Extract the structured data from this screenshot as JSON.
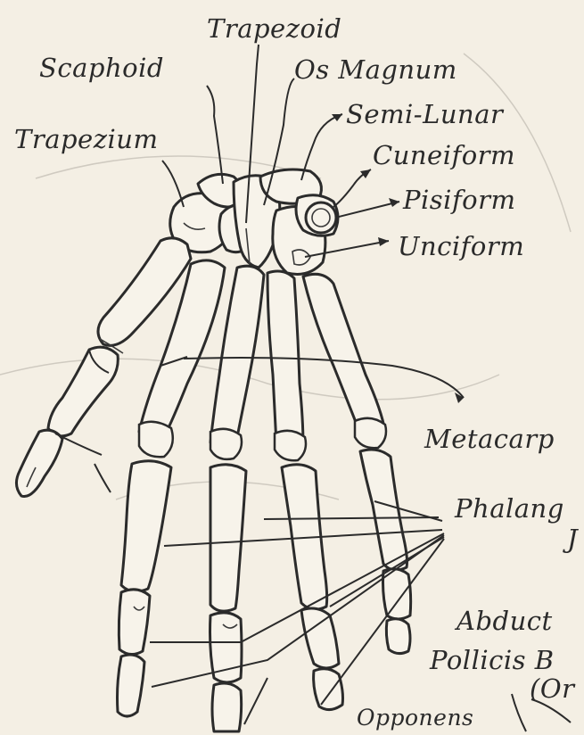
{
  "labels": {
    "trapezoid": "Trapezoid",
    "scaphoid": "Scaphoid",
    "os_magnum": "Os Magnum",
    "semi_lunar": "Semi-Lunar",
    "trapezium": "Trapezium",
    "cuneiform": "Cuneiform",
    "pisiform": "Pisiform",
    "unciform": "Unciform",
    "metacarpals": "Metacarp",
    "phalanges": "Phalang",
    "abductor": "Abduct",
    "pollicis": "Pollicis B",
    "origin": "(Or",
    "opponens": "Opponens"
  }
}
